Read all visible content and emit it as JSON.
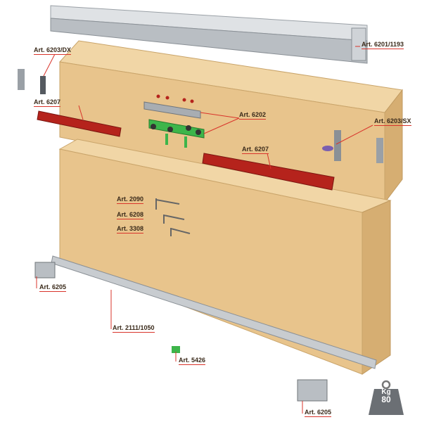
{
  "labels": {
    "rail": "Art. 6201/1193",
    "stop_dx": "Art. 6203/DX",
    "damper_left": "Art. 6207",
    "bracket": "Art. 6202",
    "stop_sx": "Art. 6203/SX",
    "damper_right": "Art. 6207",
    "screw_2090": "Art. 2090",
    "screw_6208": "Art. 6208",
    "screw_3308": "Art. 3308",
    "roller_left": "Art. 6205",
    "bottom_guide": "Art. 2111/1050",
    "guide_clip": "Art. 5426",
    "roller_right": "Art. 6205"
  },
  "weight": {
    "unit": "Kg",
    "value": "80"
  },
  "colors": {
    "panel": "#e8c48c",
    "panel_side": "#d6ae72",
    "damper": "#b5231c",
    "bracket": "#3db54a",
    "rail": "#c8ccd0",
    "leader": "#d9342b"
  }
}
